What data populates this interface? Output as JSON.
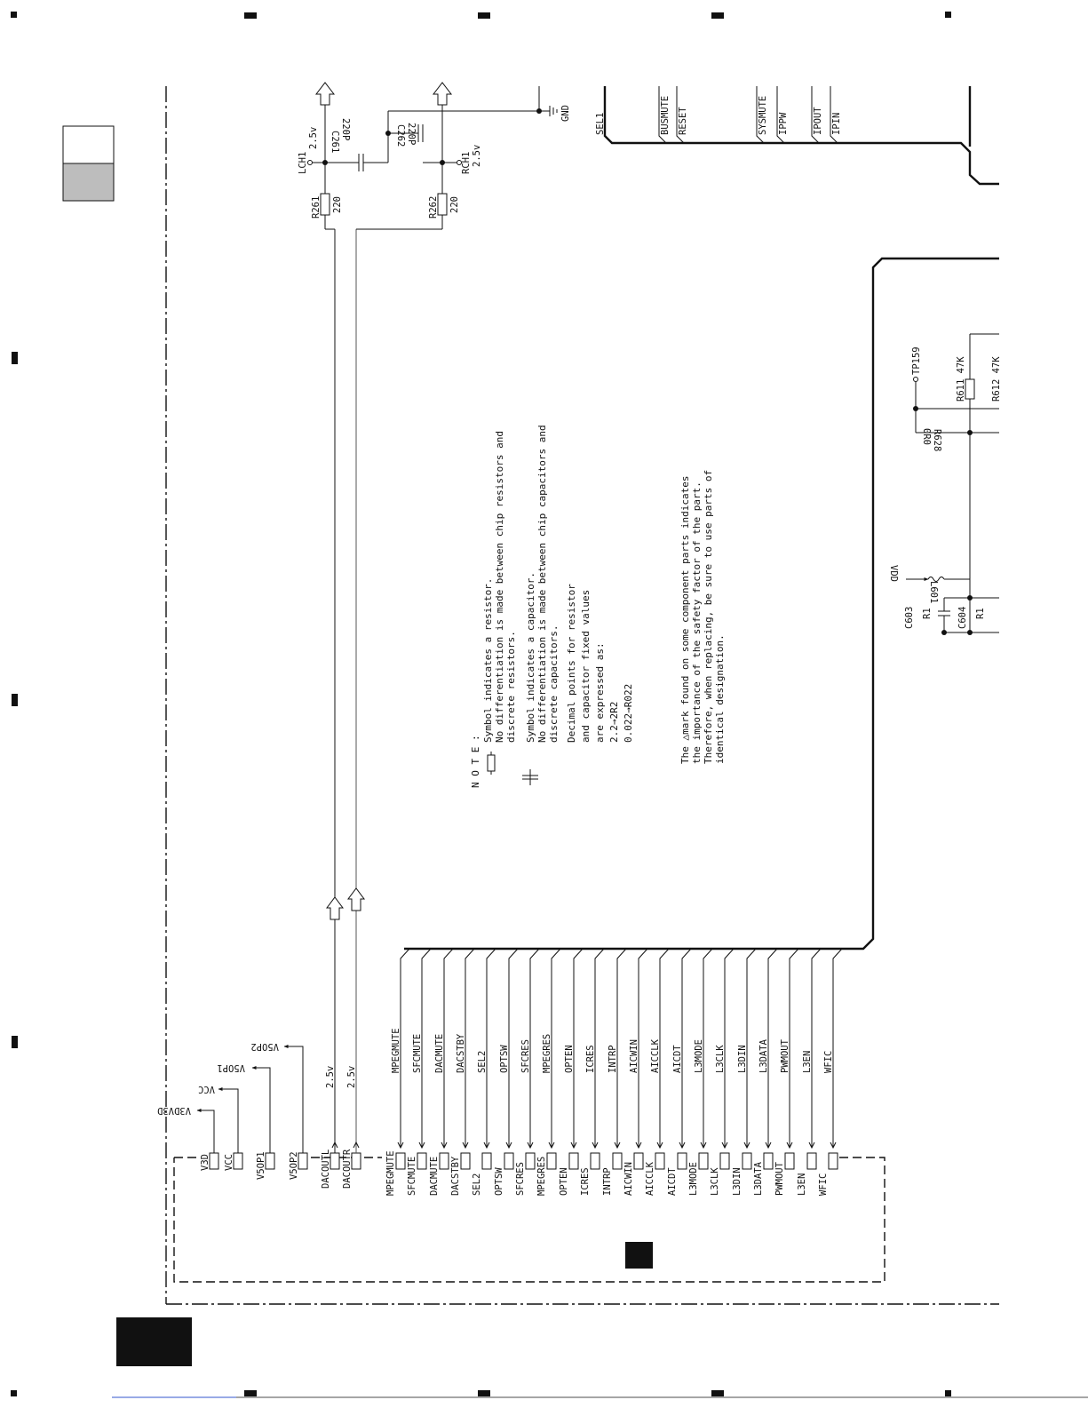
{
  "schematic": {
    "power_labels": [
      "V3D",
      "VCC",
      "V5OP1",
      "V5OP2"
    ],
    "power_pins": [
      "V3D",
      "VCC",
      "V5OP1",
      "V5OP2"
    ],
    "dac_pins": [
      "DACOUTL",
      "DACOUTR"
    ],
    "dac_voltages": [
      "2.5v",
      "2.5v"
    ],
    "signal_labels": [
      "MPEGMUTE",
      "SFCMUTE",
      "DACMUTE",
      "DACSTBY",
      "SEL2",
      "OPTSW",
      "SFCRES",
      "MPEGRES",
      "OPTEN",
      "ICRES",
      "INTRP",
      "AICWIN",
      "AICCLK",
      "AICDT",
      "L3MODE",
      "L3CLK",
      "L3DIN",
      "L3DATA",
      "PWMOUT",
      "L3EN",
      "WFIC"
    ],
    "signal_pins": [
      "MPEGMUTE",
      "SFCMUTE",
      "DACMUTE",
      "DACSTBY",
      "SEL2",
      "OPTSW",
      "SFCRES",
      "MPEGRES",
      "OPTEN",
      "ICRES",
      "INTRP",
      "AICWIN",
      "AICCLK",
      "AICDT",
      "L3MODE",
      "L3CLK",
      "L3DIN",
      "L3DATA",
      "PWMOUT",
      "L3EN",
      "WFIC"
    ],
    "top_components": {
      "r261": "R261",
      "r261_val": "220",
      "r262": "R262",
      "r262_val": "220",
      "lch1": "LCH1",
      "lch1_v": "2.5v",
      "rch1": "RCH1",
      "rch1_v": "2.5v",
      "c261": "C261",
      "c261_val": "220P",
      "c262": "C262",
      "c262_val": "220P",
      "gnd": "GND"
    },
    "top_right_signals": [
      "SEL1",
      "BUSMUTE",
      "RESET",
      "SYSMUTE",
      "IPPW",
      "IPOUT",
      "IPIN"
    ],
    "right_components": {
      "tp159": "TP159",
      "r611": "R611 47K",
      "r612": "R612 47K",
      "r628": "R628",
      "r628_val": "0R0",
      "vdd": "VDD",
      "l601": "L601",
      "c603": "C603",
      "c603_val": "R1",
      "c604": "C604",
      "c604_val": "R1"
    },
    "notes": {
      "heading": "N O T E :",
      "resistor": [
        "Symbol indicates a resistor.",
        "No differentiation is made between chip resistors and",
        "discrete resistors."
      ],
      "capacitor": [
        "Symbol indicates a capacitor.",
        "No differentiation is made between chip capacitors and",
        "discrete capacitors."
      ],
      "decimal": [
        "Decimal points for resistor",
        "and capacitor fixed values",
        "are expressed as:",
        "2.2→2R2",
        "0.022→R022"
      ],
      "safety": [
        "The △mark found on some component parts indicates",
        "the importance of the safety factor of the part.",
        "Therefore, when replacing, be sure to use parts of",
        "identical designation."
      ]
    }
  }
}
